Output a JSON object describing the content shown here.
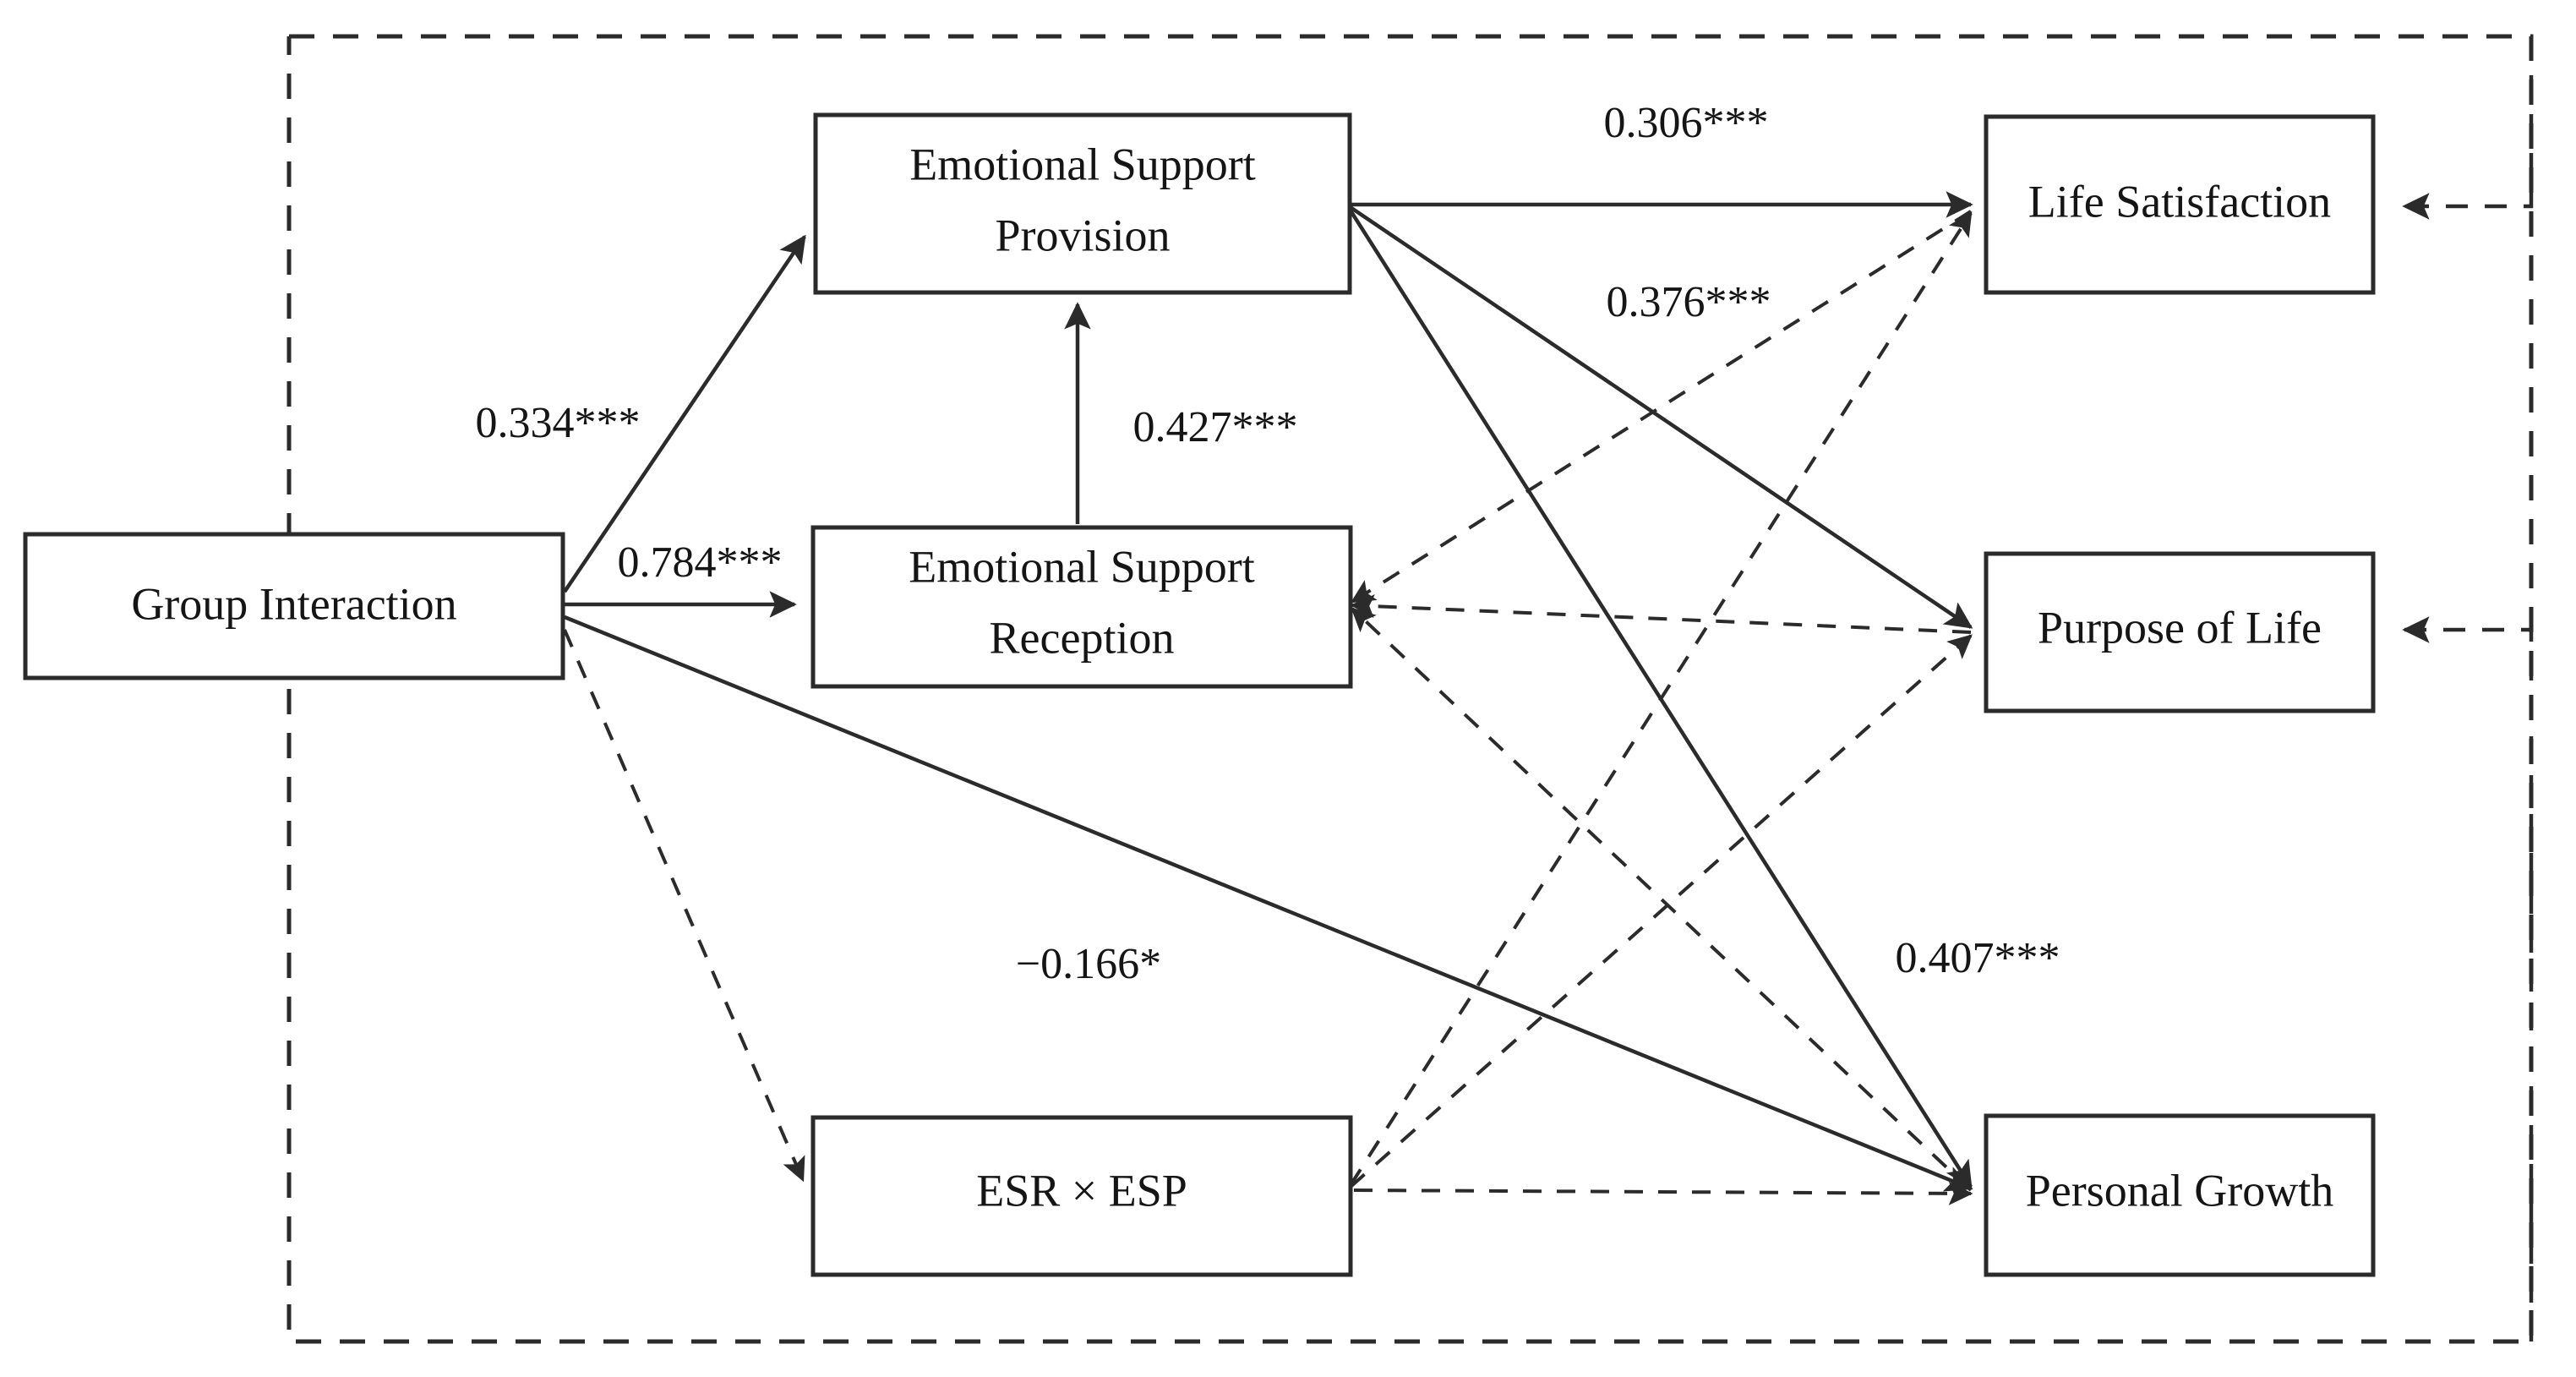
{
  "diagram": {
    "type": "structural-equation-path-model",
    "background": "#ffffff",
    "line_color": "#2b2b2b",
    "nodes": [
      {
        "id": "group_interaction",
        "label": "Group Interaction"
      },
      {
        "id": "esp",
        "label_line1": "Emotional Support",
        "label_line2": "Provision"
      },
      {
        "id": "esr",
        "label_line1": "Emotional Support",
        "label_line2": "Reception"
      },
      {
        "id": "interaction_term",
        "label": "ESR × ESP"
      },
      {
        "id": "life_satisfaction",
        "label": "Life Satisfaction"
      },
      {
        "id": "purpose_of_life",
        "label": "Purpose of Life"
      },
      {
        "id": "personal_growth",
        "label": "Personal Growth"
      }
    ],
    "coefficients": [
      {
        "id": "gi_to_esp",
        "value": "0.334***",
        "from": "group_interaction",
        "to": "esp",
        "style": "solid"
      },
      {
        "id": "gi_to_esr",
        "value": "0.784***",
        "from": "group_interaction",
        "to": "esr",
        "style": "solid"
      },
      {
        "id": "esr_to_esp",
        "value": "0.427***",
        "from": "esr",
        "to": "esp",
        "style": "solid"
      },
      {
        "id": "esp_to_ls",
        "value": "0.306***",
        "from": "esp",
        "to": "life_satisfaction",
        "style": "solid"
      },
      {
        "id": "esp_to_pol",
        "value": "0.376***",
        "from": "esp",
        "to": "purpose_of_life",
        "style": "solid"
      },
      {
        "id": "gi_to_pg",
        "value": "−0.166*",
        "from": "group_interaction",
        "to": "personal_growth",
        "style": "solid"
      },
      {
        "id": "esp_to_pg",
        "value": "0.407***",
        "from": "esp",
        "to": "personal_growth",
        "style": "solid"
      }
    ],
    "unlabeled_edges": [
      {
        "from": "group_interaction",
        "to": "interaction_term",
        "style": "dashed"
      },
      {
        "from": "esr",
        "to": "life_satisfaction",
        "style": "dashed"
      },
      {
        "from": "esr",
        "to": "purpose_of_life",
        "style": "dashed"
      },
      {
        "from": "esr",
        "to": "personal_growth",
        "style": "dashed"
      },
      {
        "from": "interaction_term",
        "to": "life_satisfaction",
        "style": "dashed"
      },
      {
        "from": "interaction_term",
        "to": "purpose_of_life",
        "style": "dashed"
      },
      {
        "from": "interaction_term",
        "to": "personal_growth",
        "style": "dashed"
      },
      {
        "from": "boundary",
        "to": "life_satisfaction",
        "style": "dashed"
      },
      {
        "from": "boundary",
        "to": "purpose_of_life",
        "style": "dashed"
      }
    ],
    "boundary": {
      "style": "dashed",
      "label": ""
    }
  }
}
